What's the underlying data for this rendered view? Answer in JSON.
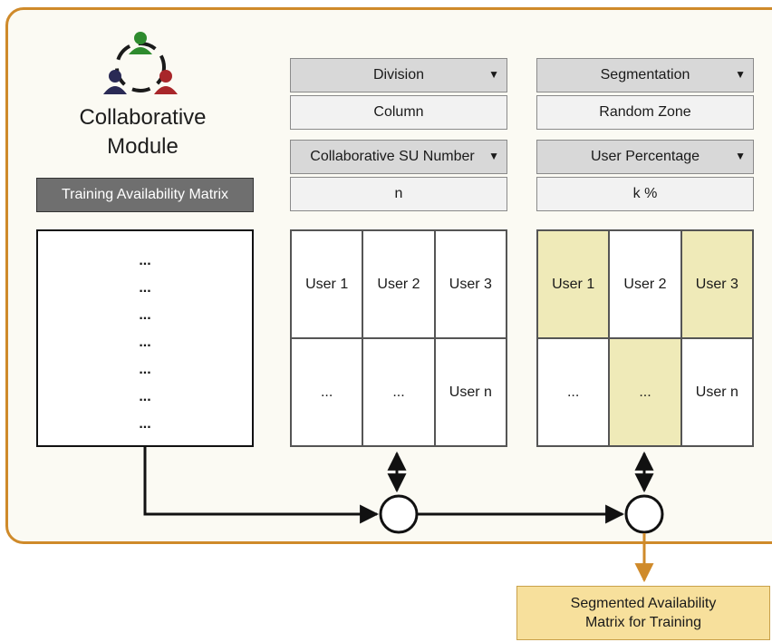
{
  "module": {
    "title": "Collaborative\nModule",
    "logo_icon": "people-circle-icon",
    "logo_colors": {
      "top": "#2e8b2e",
      "left": "#2a2a55",
      "right": "#a8262a"
    }
  },
  "training_matrix": {
    "label": "Training Availability Matrix",
    "rows": [
      "...",
      "...",
      "...",
      "...",
      "...",
      "...",
      "..."
    ]
  },
  "dropdowns": {
    "division": {
      "label": "Division",
      "value": "Column"
    },
    "segmentation": {
      "label": "Segmentation",
      "value": "Random Zone"
    },
    "su_number": {
      "label": "Collaborative SU Number",
      "value": "n"
    },
    "user_percentage": {
      "label": "User Percentage",
      "value": "k %"
    },
    "arrow_glyph": "▼"
  },
  "division_grid": {
    "cells": [
      "User 1",
      "User 2",
      "User 3",
      "...",
      "...",
      "User n"
    ]
  },
  "segmented_grid": {
    "cells": [
      "User 1",
      "User 2",
      "User 3",
      "...",
      "...",
      "User n"
    ],
    "highlighted": [
      true,
      false,
      true,
      false,
      true,
      false
    ]
  },
  "output": {
    "line1": "Segmented Availability",
    "line2": "Matrix for Training"
  },
  "colors": {
    "frame": "#cf8a2a",
    "highlight": "#efeab8",
    "output_fill": "#f7e09c"
  }
}
